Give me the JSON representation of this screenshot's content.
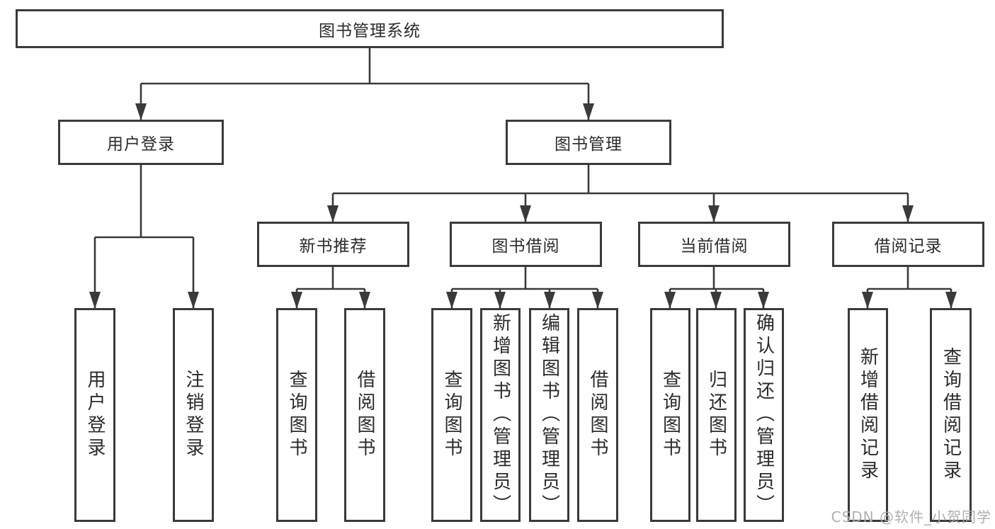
{
  "tree": {
    "label": "图书管理系统",
    "children": [
      {
        "label": "用户登录",
        "children": [
          {
            "label": "用户登录"
          },
          {
            "label": "注销登录"
          }
        ]
      },
      {
        "label": "图书管理",
        "children": [
          {
            "label": "新书推荐",
            "children": [
              {
                "label": "查询图书"
              },
              {
                "label": "借阅图书"
              }
            ]
          },
          {
            "label": "图书借阅",
            "children": [
              {
                "label": "查询图书"
              },
              {
                "label": "新增图书（管理员）"
              },
              {
                "label": "编辑图书（管理员）"
              },
              {
                "label": "借阅图书"
              }
            ]
          },
          {
            "label": "当前借阅",
            "children": [
              {
                "label": "查询图书"
              },
              {
                "label": "归还图书"
              },
              {
                "label": "确认归还（管理员）"
              }
            ]
          },
          {
            "label": "借阅记录",
            "children": [
              {
                "label": "新增借阅记录"
              },
              {
                "label": "查询借阅记录"
              }
            ]
          }
        ]
      }
    ]
  },
  "watermark": {
    "text": "CSDN @软件_小贺同学"
  },
  "colors": {
    "line": "#3a3a3a",
    "box_border": "#3a3a3a",
    "text": "#2b2b2b",
    "watermark": "#a8adb3",
    "background": "#ffffff"
  }
}
